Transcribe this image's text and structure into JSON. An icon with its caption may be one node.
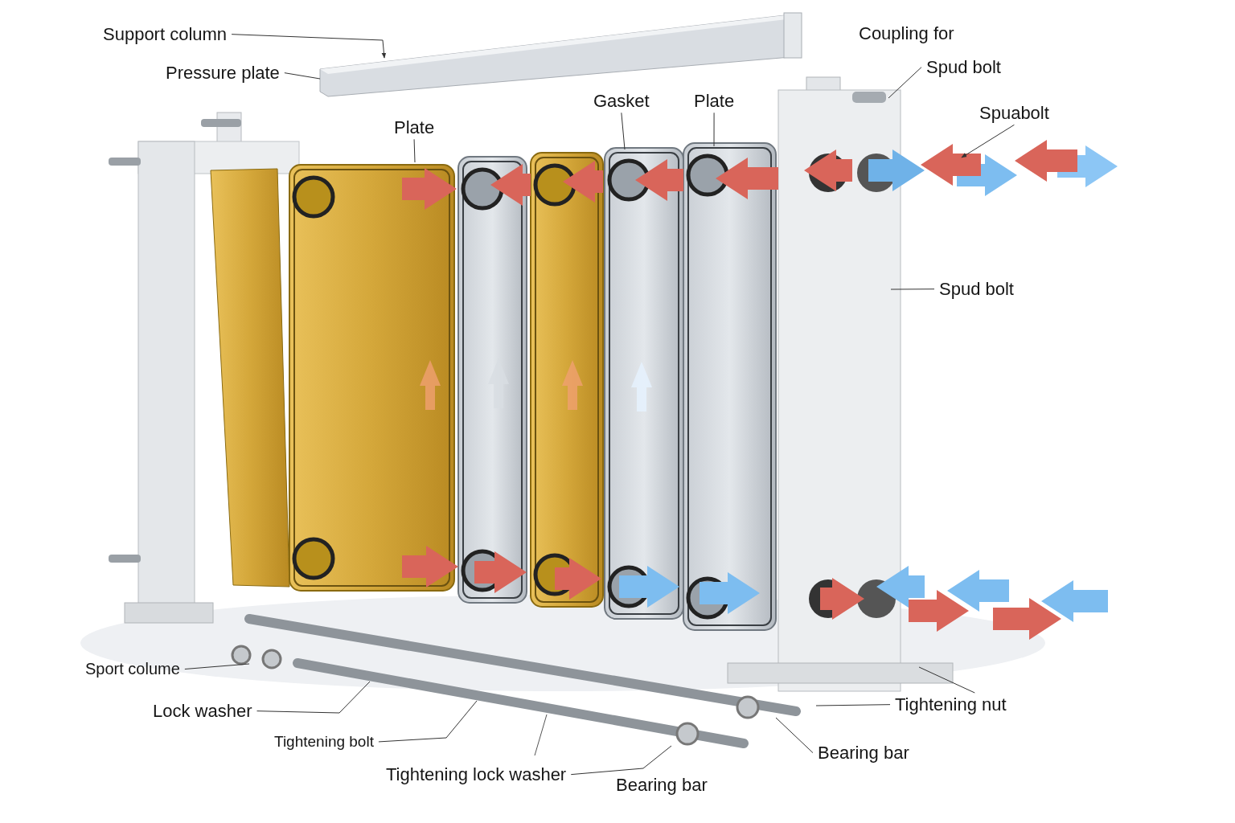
{
  "diagram": {
    "nodes": [
      {
        "text": [
          "Support column"
        ]
      },
      {
        "text": [
          "Pressure plate"
        ]
      },
      {
        "text": [
          "Plate"
        ]
      },
      {
        "text": [
          "Gasket"
        ]
      },
      {
        "text": [
          "Plate"
        ]
      },
      {
        "text": [
          "Spud bolt"
        ]
      },
      {
        "text": [
          "Spuabolt"
        ]
      },
      {
        "text": [
          "Spud bolt"
        ]
      },
      {
        "text": [
          "Sport colume"
        ]
      },
      {
        "text": [
          "Lock washer"
        ]
      },
      {
        "text": [
          "Tightening bolt"
        ]
      },
      {
        "text": [
          "Tightening lock washer"
        ]
      },
      {
        "text": [
          "Bearing bar"
        ]
      },
      {
        "text": [
          "Tightening nut"
        ]
      },
      {
        "text": [
          "Bearing bar"
        ]
      }
    ],
    "edges": [
      {
        "from": 0,
        "to": null,
        "arrow": "to"
      },
      {
        "from": 1,
        "to": null,
        "arrow": "none"
      },
      {
        "from": 2,
        "to": null,
        "arrow": "none"
      },
      {
        "from": 3,
        "to": null,
        "arrow": "none"
      },
      {
        "from": 4,
        "to": null,
        "arrow": "none"
      },
      {
        "from": 5,
        "to": null,
        "arrow": "none"
      },
      {
        "from": 6,
        "to": null,
        "arrow": "to"
      },
      {
        "from": 7,
        "to": null,
        "arrow": "none"
      },
      {
        "from": 8,
        "to": null,
        "arrow": "none"
      },
      {
        "from": 9,
        "to": null,
        "arrow": "none"
      },
      {
        "from": 10,
        "to": null,
        "arrow": "none"
      },
      {
        "from": 11,
        "to": null,
        "arrow": "none"
      },
      {
        "from": 13,
        "to": null,
        "arrow": "none"
      },
      {
        "from": 13,
        "to": null,
        "arrow": "none"
      },
      {
        "from": 14,
        "to": null,
        "arrow": "none"
      }
    ],
    "labels": [
      "Coupling for"
    ]
  }
}
